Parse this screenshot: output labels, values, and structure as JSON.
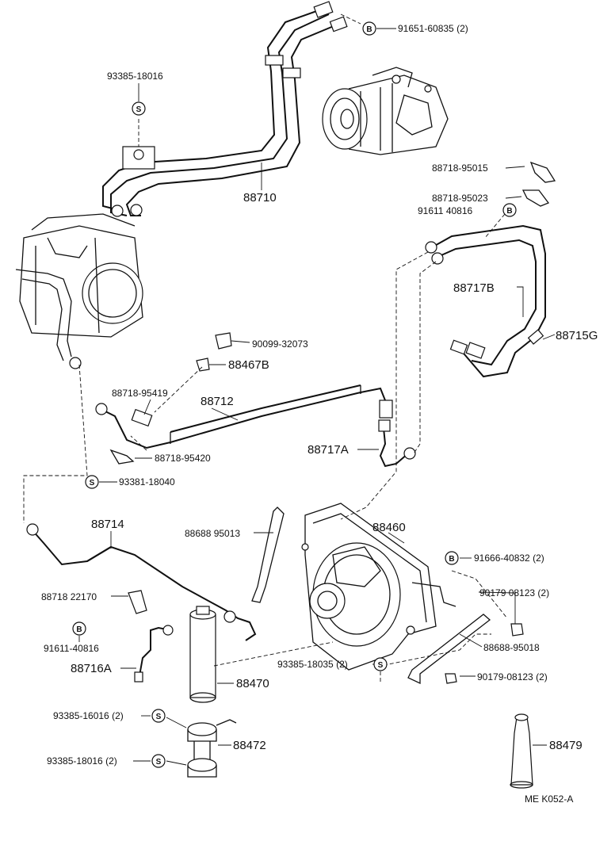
{
  "labels": {
    "p_91651_60835": "91651-60835 (2)",
    "p_93385_18016": "93385-18016",
    "p_88710": "88710",
    "p_88718_95015": "88718-95015",
    "p_88718_95023": "88718-95023",
    "p_91611_40816_a": "91611 40816",
    "p_88717B": "88717B",
    "p_88715G": "88715G",
    "p_90099_32073": "90099-32073",
    "p_88467B": "88467B",
    "p_88718_95419": "88718-95419",
    "p_88712": "88712",
    "p_88718_95420": "88718-95420",
    "p_93381_18040": "93381-18040",
    "p_88717A": "88717A",
    "p_88714": "88714",
    "p_88688_95013": "88688 95013",
    "p_88460": "88460",
    "p_91666_40832": "91666-40832 (2)",
    "p_88718_22170": "88718 22170",
    "p_90179_08123_a": "90179 08123 (2)",
    "p_91611_40816_b": "91611-40816",
    "p_88688_95018": "88688-95018",
    "p_88716A": "88716A",
    "p_93385_18035": "93385-18035 (2)",
    "p_90179_08123_b": "90179-08123 (2)",
    "p_88470": "88470",
    "p_93385_16016": "93385-16016 (2)",
    "p_88472": "88472",
    "p_93385_18016_2": "93385-18016 (2)",
    "p_88479": "88479",
    "drawing_code": "ME  K052-A"
  },
  "tags": {
    "b": "B",
    "s": "S"
  }
}
